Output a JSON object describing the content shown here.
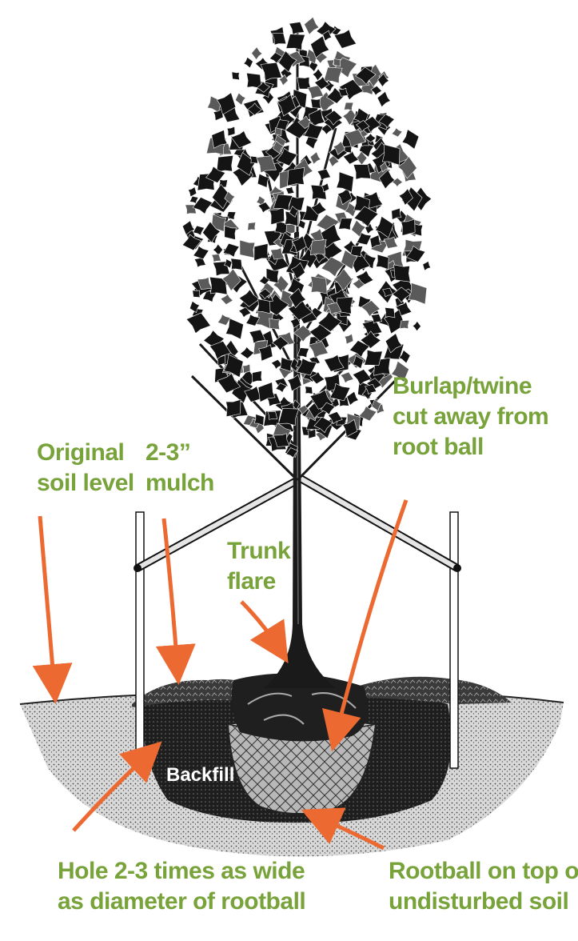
{
  "colors": {
    "label": "#78a23a",
    "arrow": "#ec6a32",
    "ink": "#141414",
    "soil": "#8a8a8a",
    "backfill": "#2a2a2a",
    "rootball": "#bdbdbd"
  },
  "labels": {
    "original_soil": [
      "Original",
      "soil level"
    ],
    "mulch": [
      "2-3”",
      "mulch"
    ],
    "burlap": [
      "Burlap/twine",
      "cut away from",
      "root ball"
    ],
    "trunk_flare": [
      "Trunk",
      "flare"
    ],
    "backfill": "Backfill",
    "hole": [
      "Hole 2-3 times as wide",
      "as diameter of rootball"
    ],
    "rootball_soil": [
      "Rootball on top of",
      "undisturbed soil"
    ]
  }
}
